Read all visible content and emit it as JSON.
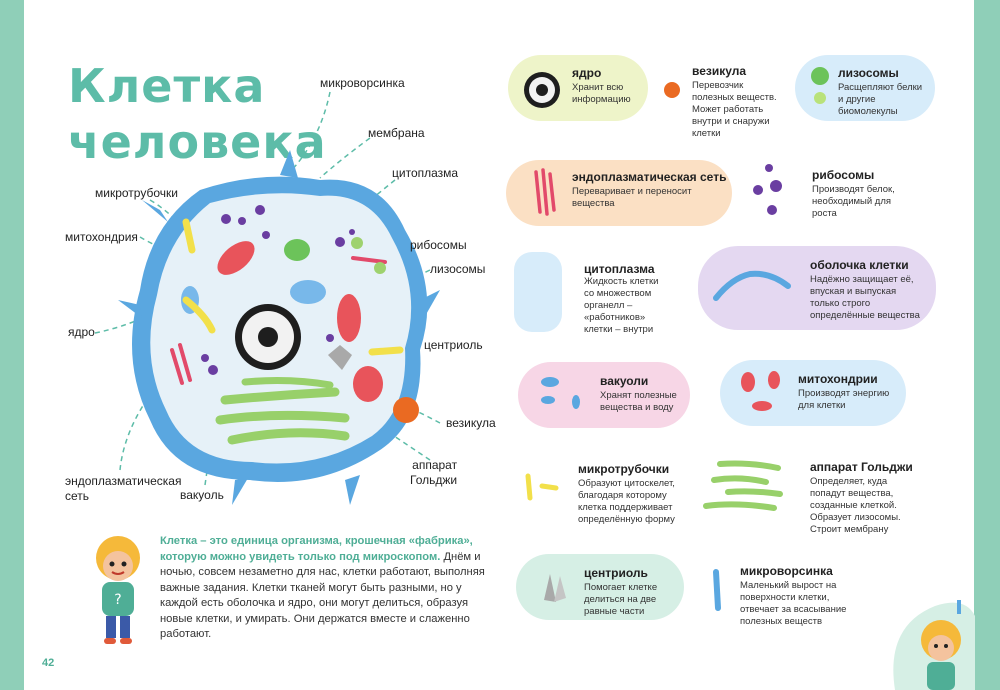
{
  "page": {
    "title_line1": "Клетка",
    "title_line2": "человека",
    "page_number": "42"
  },
  "diagram_labels": {
    "microvilli": "микроворсинка",
    "membrane": "мембрана",
    "cytoplasm": "цитоплазма",
    "microtubules": "микротрубочки",
    "mitochondria": "митохондрия",
    "ribosomes": "рибосомы",
    "lysosomes": "лизосомы",
    "nucleus": "ядро",
    "centriole": "центриоль",
    "vesicle": "везикула",
    "er_line1": "эндоплазматическая",
    "er_line2": "сеть",
    "vacuole": "вакуоль",
    "golgi_line1": "аппарат",
    "golgi_line2": "Гольджи"
  },
  "intro": {
    "highlight": "Клетка – это единица организма, крошечная «фабрика», которую можно увидеть только под микроскопом.",
    "body": " Днём и ночью, совсем незаметно для нас, клетки работают, выполняя важные задания. Клетки тканей могут быть разными, но у каждой есть оболочка и ядро, они могут делиться, образуя новые клетки, и умирать. Они держатся вместе и слаженно работают."
  },
  "cards": {
    "nucleus": {
      "title": "ядро",
      "text": "Хранит всю информацию"
    },
    "vesicle": {
      "title": "везикула",
      "text": "Перевозчик полезных веществ. Может работать внутри и снаружи клетки"
    },
    "lysosomes": {
      "title": "лизосомы",
      "text": "Расщепляют белки и другие биомолекулы"
    },
    "er": {
      "title": "эндоплазматическая сеть",
      "text": "Переваривает и переносит вещества"
    },
    "ribosomes": {
      "title": "рибосомы",
      "text": "Производят белок, необходимый для роста"
    },
    "cytoplasm": {
      "title": "цитоплазма",
      "text": "Жидкость клетки со множеством органелл – «работников» клетки – внутри"
    },
    "cell_membrane": {
      "title": "оболочка клетки",
      "text": "Надёжно защищает её, впуская и выпуская только строго определённые вещества"
    },
    "vacuoles": {
      "title": "вакуоли",
      "text": "Хранят полезные вещества и воду"
    },
    "mitochondria": {
      "title": "митохондрии",
      "text": "Производят энергию для клетки"
    },
    "microtubules": {
      "title": "микротрубочки",
      "text": "Образуют цитоскелет, благодаря которому клетка поддерживает определённую форму"
    },
    "golgi": {
      "title": "аппарат Гольджи",
      "text": "Определяет, куда попадут вещества, созданные клеткой. Образует лизосомы. Строит мембрану"
    },
    "centriole": {
      "title": "центриоль",
      "text": "Помогает клетке делиться на две равные части"
    },
    "microvilli": {
      "title": "микроворсинка",
      "text": "Маленький вырост на поверхности клетки, отвечает за всасывание полезных веществ"
    }
  },
  "colors": {
    "accent": "#5dbca8",
    "edge": "#8fcfb8",
    "membrane": "#5aa7e0",
    "card_yellow": "#eef4c9",
    "card_blue": "#d7ecfa",
    "card_peach": "#fbe0c4",
    "card_lilac": "#e4d8f1",
    "card_pink": "#f7d6e6",
    "card_green": "#d6efe5"
  }
}
